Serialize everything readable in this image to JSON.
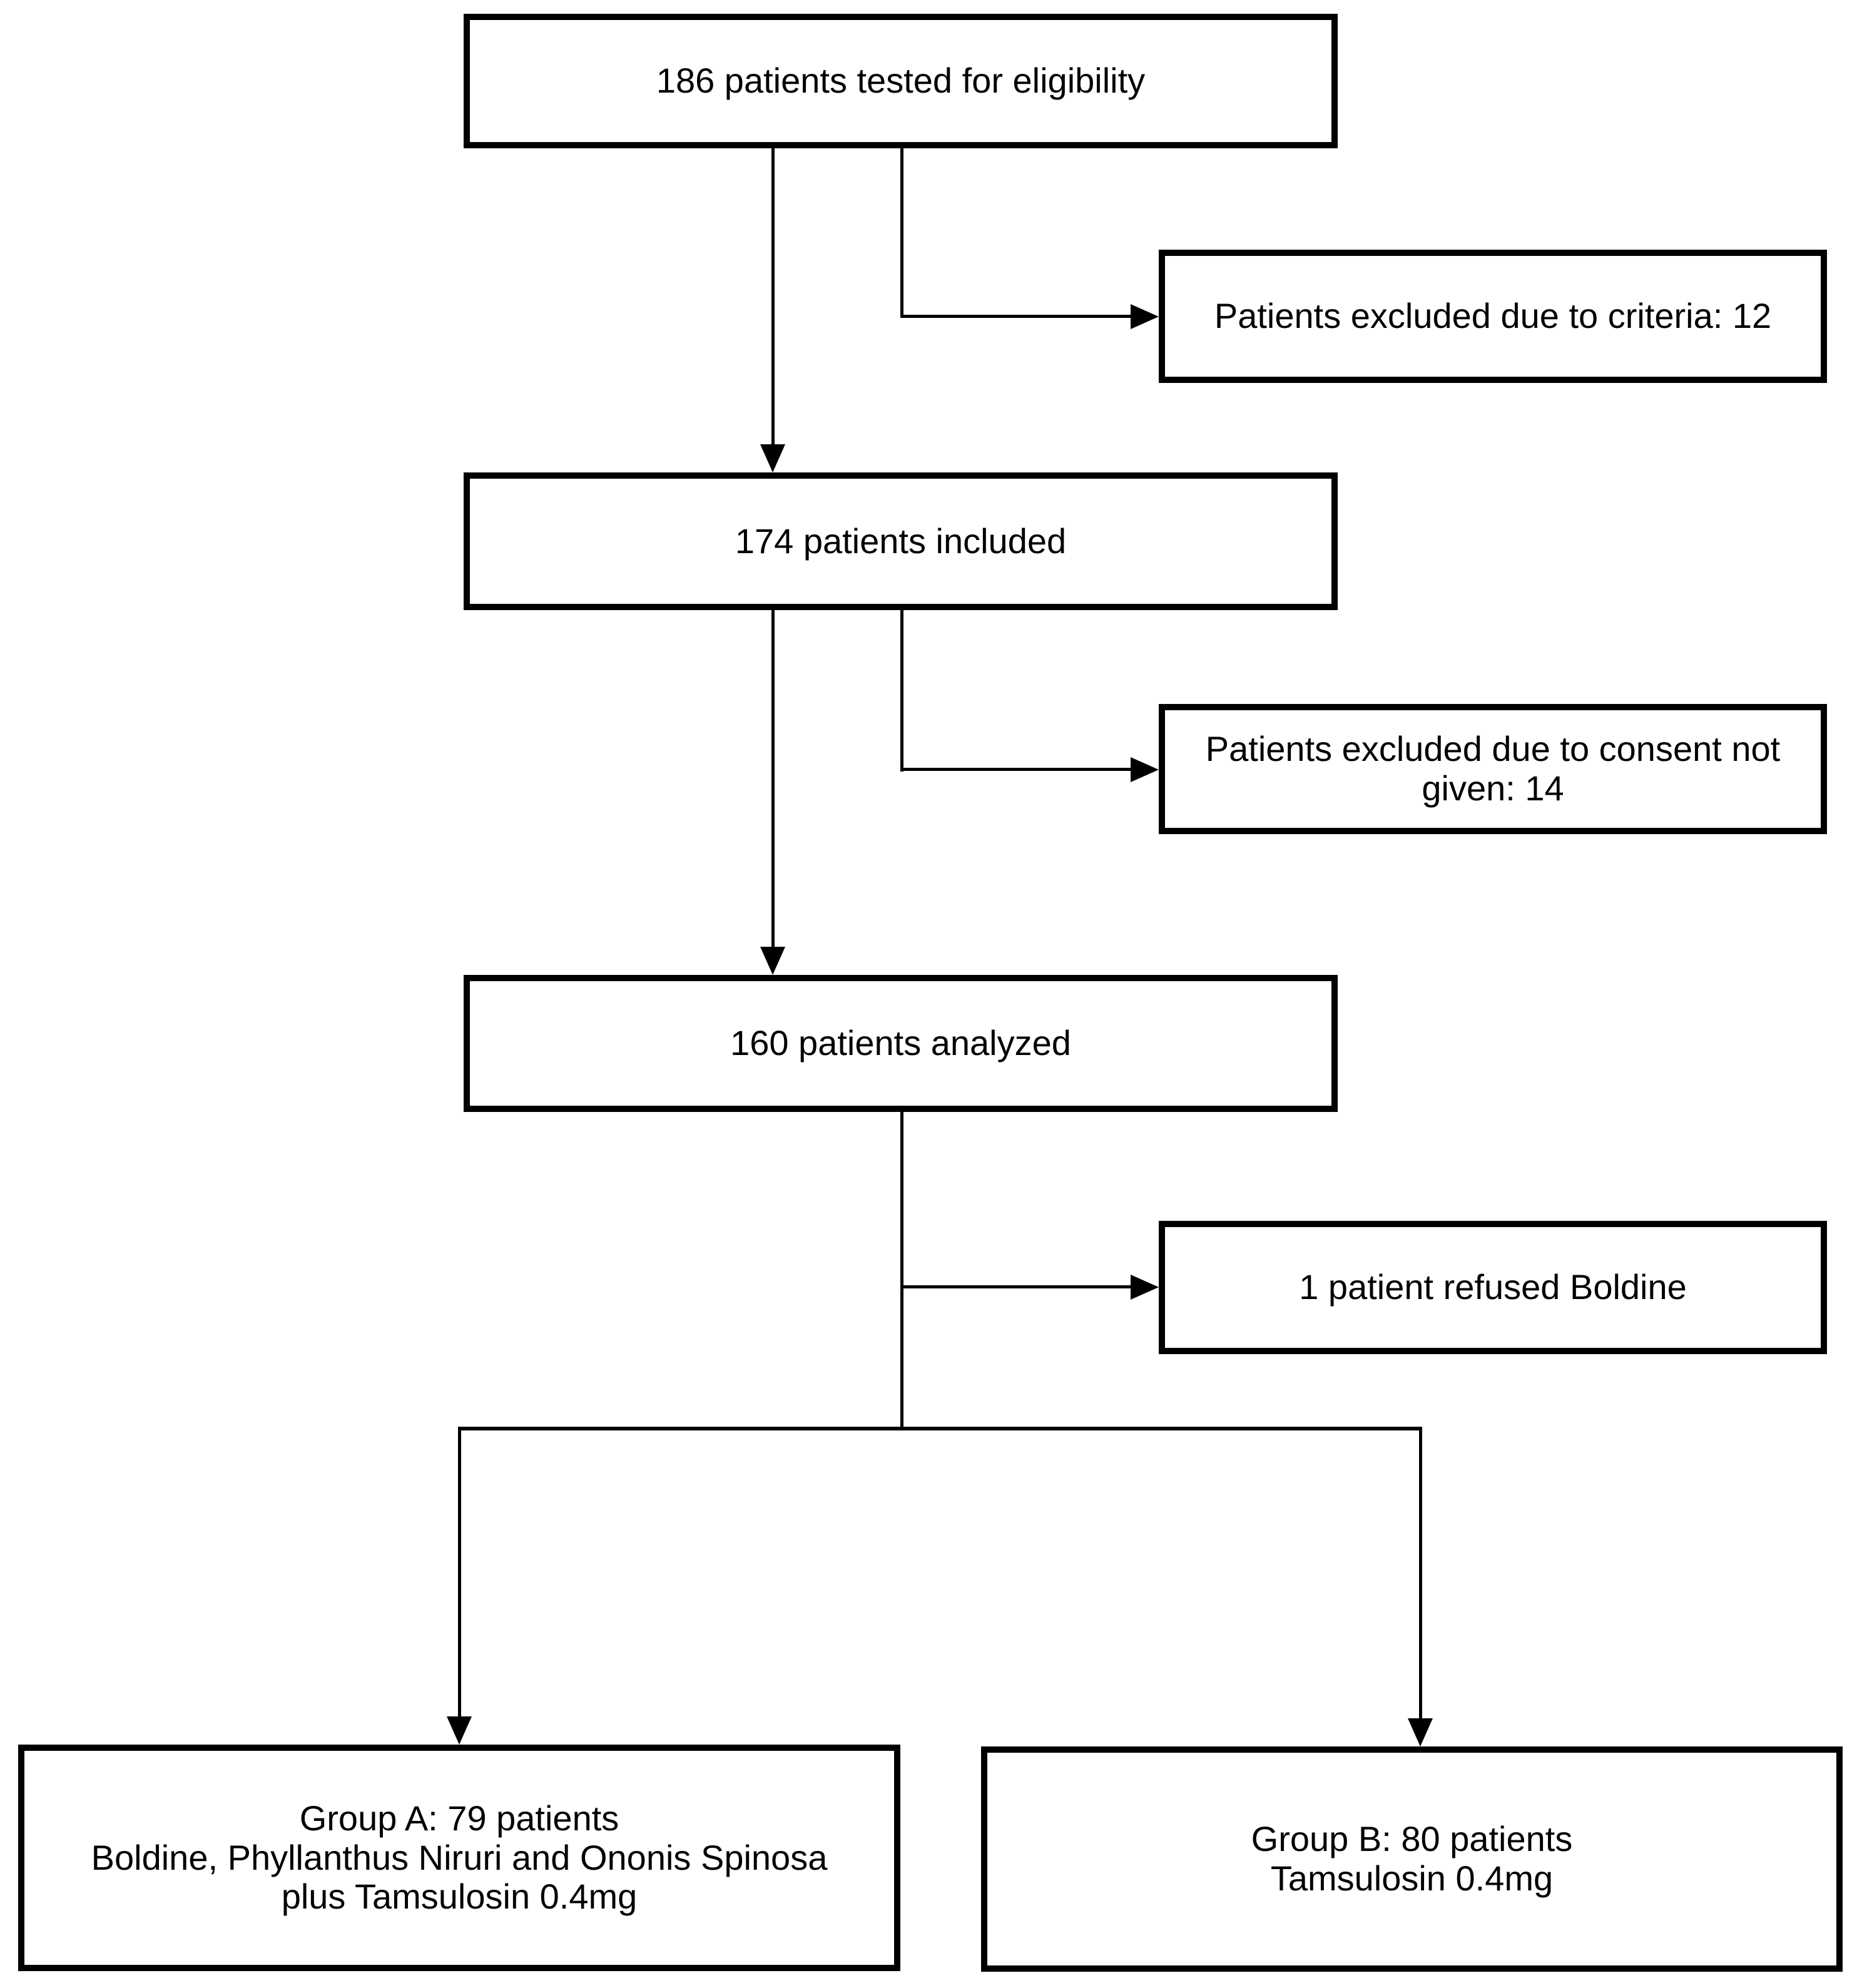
{
  "figure": {
    "type": "consort-flow-diagram",
    "background_color": "#ffffff",
    "box_border_color": "#000000",
    "text_color": "#000000",
    "nodes": [
      {
        "id": "eligibility",
        "lines": [
          "186 patients tested for eligibility"
        ]
      },
      {
        "id": "excluded-criteria",
        "lines": [
          "Patients excluded due to criteria: 12"
        ]
      },
      {
        "id": "included",
        "lines": [
          "174 patients included"
        ]
      },
      {
        "id": "excluded-consent",
        "lines": [
          "Patients excluded due to consent not",
          "given: 14"
        ]
      },
      {
        "id": "analyzed",
        "lines": [
          "160 patients analyzed"
        ]
      },
      {
        "id": "refused-boldine",
        "lines": [
          "1 patient refused Boldine"
        ]
      },
      {
        "id": "group-a",
        "lines": [
          "Group A: 79 patients",
          "Boldine, Phyllanthus Niruri and Ononis Spinosa",
          "plus Tamsulosin 0.4mg"
        ]
      },
      {
        "id": "group-b",
        "lines": [
          "Group B: 80 patients",
          "Tamsulosin 0.4mg"
        ]
      }
    ],
    "edges": [
      {
        "from": "eligibility",
        "to": "included"
      },
      {
        "from": "eligibility",
        "to": "excluded-criteria"
      },
      {
        "from": "included",
        "to": "analyzed"
      },
      {
        "from": "included",
        "to": "excluded-consent"
      },
      {
        "from": "analyzed",
        "to": "refused-boldine"
      },
      {
        "from": "analyzed",
        "to": "group-a"
      },
      {
        "from": "analyzed",
        "to": "group-b"
      }
    ]
  }
}
